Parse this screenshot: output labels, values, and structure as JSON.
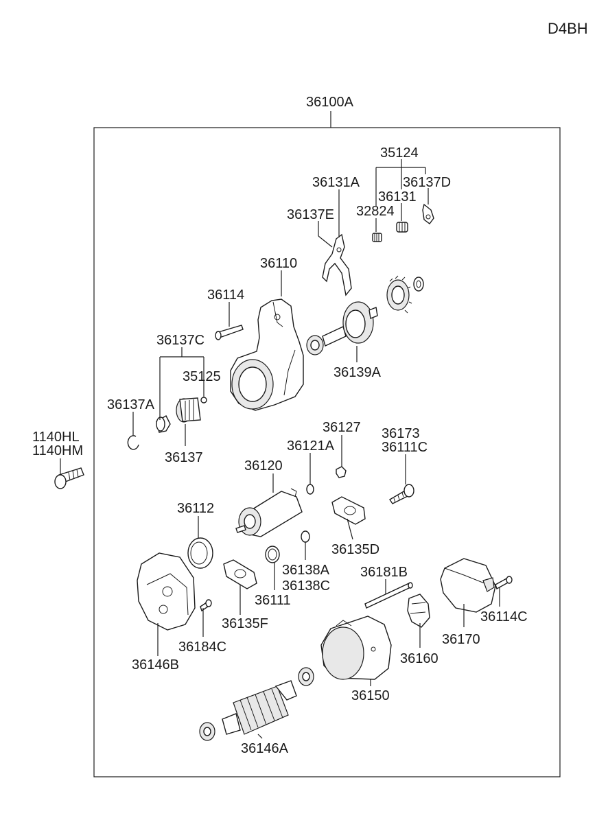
{
  "diagram_code": "D4BH",
  "assembly_label": "36100A",
  "labels": {
    "l35124": "35124",
    "l36131A": "36131A",
    "l36137D": "36137D",
    "l36131": "36131",
    "l32824": "32824",
    "l36137E": "36137E",
    "l36110": "36110",
    "l36114": "36114",
    "l36137C": "36137C",
    "l36139A": "36139A",
    "l35125": "35125",
    "l36137A": "36137A",
    "l1140HL": "1140HL",
    "l1140HM": "1140HM",
    "l36137": "36137",
    "l36127": "36127",
    "l36121A": "36121A",
    "l36173": "36173",
    "l36111C": "36111C",
    "l36120": "36120",
    "l36112": "36112",
    "l36135D": "36135D",
    "l36138A": "36138A",
    "l36138C": "36138C",
    "l36181B": "36181B",
    "l36111": "36111",
    "l36135F": "36135F",
    "l36114C": "36114C",
    "l36170": "36170",
    "l36184C": "36184C",
    "l36146B": "36146B",
    "l36160": "36160",
    "l36150": "36150",
    "l36146A": "36146A"
  }
}
